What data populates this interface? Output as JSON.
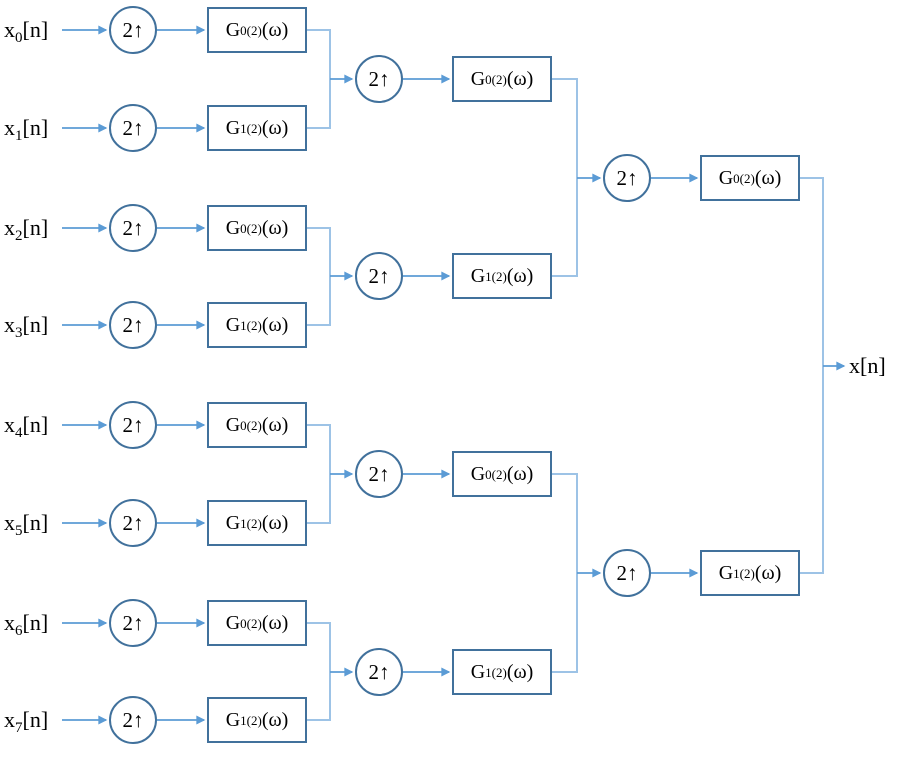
{
  "diagram": {
    "colors": {
      "node_stroke": "#41719C",
      "arrow": "#5B9BD5",
      "elbow": "#9DC3E6",
      "text": "#000000",
      "bg": "#FFFFFF"
    },
    "upsampler": {
      "label": "2↑"
    },
    "inputs": [
      {
        "base": "x",
        "sub": "0",
        "suffix": "[n]"
      },
      {
        "base": "x",
        "sub": "1",
        "suffix": "[n]"
      },
      {
        "base": "x",
        "sub": "2",
        "suffix": "[n]"
      },
      {
        "base": "x",
        "sub": "3",
        "suffix": "[n]"
      },
      {
        "base": "x",
        "sub": "4",
        "suffix": "[n]"
      },
      {
        "base": "x",
        "sub": "5",
        "suffix": "[n]"
      },
      {
        "base": "x",
        "sub": "6",
        "suffix": "[n]"
      },
      {
        "base": "x",
        "sub": "7",
        "suffix": "[n]"
      }
    ],
    "filters": {
      "stage1": [
        {
          "base": "G",
          "sub": "0",
          "sup": "(2)",
          "arg": "(ω)"
        },
        {
          "base": "G",
          "sub": "1",
          "sup": "(2)",
          "arg": "(ω)"
        },
        {
          "base": "G",
          "sub": "0",
          "sup": "(2)",
          "arg": "(ω)"
        },
        {
          "base": "G",
          "sub": "1",
          "sup": "(2)",
          "arg": "(ω)"
        },
        {
          "base": "G",
          "sub": "0",
          "sup": "(2)",
          "arg": "(ω)"
        },
        {
          "base": "G",
          "sub": "1",
          "sup": "(2)",
          "arg": "(ω)"
        },
        {
          "base": "G",
          "sub": "0",
          "sup": "(2)",
          "arg": "(ω)"
        },
        {
          "base": "G",
          "sub": "1",
          "sup": "(2)",
          "arg": "(ω)"
        }
      ],
      "stage2": [
        {
          "base": "G",
          "sub": "0",
          "sup": "(2)",
          "arg": "(ω)"
        },
        {
          "base": "G",
          "sub": "1",
          "sup": "(2)",
          "arg": "(ω)"
        },
        {
          "base": "G",
          "sub": "0",
          "sup": "(2)",
          "arg": "(ω)"
        },
        {
          "base": "G",
          "sub": "1",
          "sup": "(2)",
          "arg": "(ω)"
        }
      ],
      "stage3": [
        {
          "base": "G",
          "sub": "0",
          "sup": "(2)",
          "arg": "(ω)"
        },
        {
          "base": "G",
          "sub": "1",
          "sup": "(2)",
          "arg": "(ω)"
        }
      ]
    },
    "output": {
      "base": "x",
      "suffix": "[n]"
    }
  }
}
